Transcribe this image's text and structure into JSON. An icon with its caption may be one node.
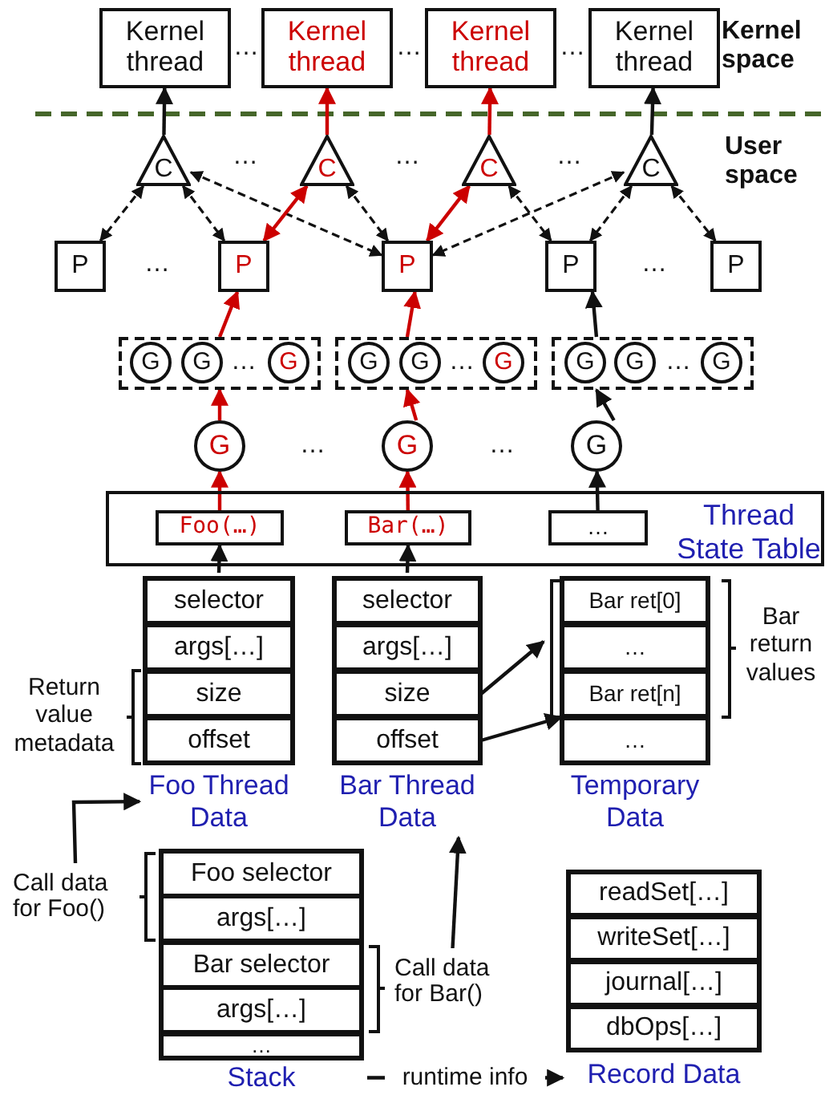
{
  "diagram": {
    "nodes": [
      {
        "text": [
          "Kernel thread"
        ]
      },
      {
        "text": [
          "Kernel thread"
        ]
      },
      {
        "text": [
          "Kernel thread"
        ]
      },
      {
        "text": [
          "Kernel thread"
        ]
      },
      {
        "text": [
          "C"
        ]
      },
      {
        "text": [
          "C"
        ]
      },
      {
        "text": [
          "C"
        ]
      },
      {
        "text": [
          "C"
        ]
      },
      {
        "text": [
          "P"
        ]
      },
      {
        "text": [
          "P"
        ]
      },
      {
        "text": [
          "P"
        ]
      },
      {
        "text": [
          "P"
        ]
      },
      {
        "text": [
          "P"
        ]
      },
      {
        "text": [],
        "shape": "box"
      },
      {
        "text": [
          "G"
        ],
        "in": 13
      },
      {
        "text": [
          "G"
        ],
        "in": 13
      },
      {
        "text": [
          "G"
        ],
        "in": 13
      },
      {
        "text": [],
        "shape": "box"
      },
      {
        "text": [
          "G"
        ],
        "in": 17
      },
      {
        "text": [
          "G"
        ],
        "in": 17
      },
      {
        "text": [
          "G"
        ],
        "in": 17
      },
      {
        "text": [],
        "shape": "box"
      },
      {
        "text": [
          "G"
        ],
        "in": 21
      },
      {
        "text": [
          "G"
        ],
        "in": 21
      },
      {
        "text": [
          "G"
        ],
        "in": 21
      },
      {
        "text": [
          "G"
        ]
      },
      {
        "text": [
          "G"
        ]
      },
      {
        "text": [
          "G"
        ]
      },
      {
        "text": [
          "Thread State Table"
        ]
      },
      {
        "text": [
          "Foo(…)"
        ],
        "in": 28
      },
      {
        "text": [
          "Bar(…)"
        ],
        "in": 28
      },
      {
        "text": [
          "…"
        ],
        "in": 28
      },
      {
        "text": [],
        "shape": "box",
        "beside": [
          "Foo Thread Data"
        ]
      },
      {
        "text": [
          "selector"
        ],
        "in": 32
      },
      {
        "text": [
          "args[…]"
        ],
        "in": 32
      },
      {
        "text": [
          "size"
        ],
        "in": 32
      },
      {
        "text": [
          "offset"
        ],
        "in": 32
      },
      {
        "text": [],
        "shape": "box",
        "beside": [
          "Bar Thread Data"
        ]
      },
      {
        "text": [
          "selector"
        ],
        "in": 37
      },
      {
        "text": [
          "args[…]"
        ],
        "in": 37
      },
      {
        "text": [
          "size"
        ],
        "in": 37
      },
      {
        "text": [
          "offset"
        ],
        "in": 37
      },
      {
        "text": [],
        "shape": "box",
        "beside": [
          "Temporary Data"
        ]
      },
      {
        "text": [
          "Bar ret[0]"
        ],
        "in": 42
      },
      {
        "text": [
          "…"
        ],
        "in": 42
      },
      {
        "text": [
          "Bar ret[n]"
        ],
        "in": 42
      },
      {
        "text": [
          "…"
        ],
        "in": 42
      },
      {
        "text": [],
        "shape": "box",
        "beside": [
          "Stack"
        ]
      },
      {
        "text": [
          "Foo selector"
        ],
        "in": 47
      },
      {
        "text": [
          "args[…]"
        ],
        "in": 47
      },
      {
        "text": [
          "Bar selector"
        ],
        "in": 47
      },
      {
        "text": [
          "args[…]"
        ],
        "in": 47
      },
      {
        "text": [
          "…"
        ],
        "in": 47
      },
      {
        "text": [],
        "shape": "box",
        "beside": [
          "Record Data"
        ]
      },
      {
        "text": [
          "readSet[…]"
        ],
        "in": 53
      },
      {
        "text": [
          "writeSet[…]"
        ],
        "in": 53
      },
      {
        "text": [
          "journal[…]"
        ],
        "in": 53
      },
      {
        "text": [
          "dbOps[…]"
        ],
        "in": 53
      },
      {
        "text": [
          "Call data for Foo()"
        ]
      },
      {
        "text": [
          "Call data for Bar()"
        ]
      }
    ],
    "edges": [
      {
        "from": 4,
        "to": 0,
        "arrow": "to"
      },
      {
        "from": 5,
        "to": 1,
        "arrow": "to",
        "color": "#cc0000"
      },
      {
        "from": 6,
        "to": 2,
        "arrow": "to",
        "color": "#cc0000"
      },
      {
        "from": 7,
        "to": 3,
        "arrow": "to"
      },
      {
        "from": 4,
        "to": 8,
        "arrow": "both",
        "style": "dashed"
      },
      {
        "from": 4,
        "to": 9,
        "arrow": "both",
        "style": "dashed"
      },
      {
        "from": 4,
        "to": 10,
        "arrow": "both",
        "style": "dashed"
      },
      {
        "from": 5,
        "to": 9,
        "arrow": "both",
        "color": "#cc0000"
      },
      {
        "from": 5,
        "to": 10,
        "arrow": "both",
        "style": "dashed"
      },
      {
        "from": 6,
        "to": 10,
        "arrow": "both",
        "color": "#cc0000"
      },
      {
        "from": 6,
        "to": 11,
        "arrow": "both",
        "style": "dashed"
      },
      {
        "from": 7,
        "to": 10,
        "arrow": "both",
        "style": "dashed"
      },
      {
        "from": 7,
        "to": 11,
        "arrow": "both",
        "style": "dashed"
      },
      {
        "from": 7,
        "to": 12,
        "arrow": "both",
        "style": "dashed"
      },
      {
        "from": 13,
        "to": 9,
        "arrow": "to",
        "color": "#cc0000"
      },
      {
        "from": 17,
        "to": 10,
        "arrow": "to",
        "color": "#cc0000"
      },
      {
        "from": 21,
        "to": 11,
        "arrow": "to"
      },
      {
        "from": 25,
        "to": 13,
        "arrow": "to",
        "color": "#cc0000"
      },
      {
        "from": 26,
        "to": 17,
        "arrow": "to",
        "color": "#cc0000"
      },
      {
        "from": 27,
        "to": 21,
        "arrow": "to"
      },
      {
        "from": 29,
        "to": 25,
        "arrow": "to",
        "color": "#cc0000"
      },
      {
        "from": 30,
        "to": 26,
        "arrow": "to",
        "color": "#cc0000"
      },
      {
        "from": 31,
        "to": 27,
        "arrow": "to"
      },
      {
        "from": 32,
        "to": 29,
        "arrow": "to"
      },
      {
        "from": 37,
        "to": 30,
        "arrow": "to"
      },
      {
        "from": 40,
        "to": 42,
        "arrow": "to"
      },
      {
        "from": 41,
        "to": 46,
        "arrow": "to"
      },
      {
        "from": 58,
        "to": 32,
        "arrow": "to"
      },
      {
        "from": 59,
        "to": 37,
        "arrow": "to"
      },
      {
        "from": 47,
        "to": 53,
        "arrow": "to",
        "label": "runtime info"
      }
    ],
    "labels": [
      "Kernel space",
      "User space",
      "…",
      "…",
      "…",
      "…",
      "…",
      "…",
      "…",
      "…",
      "…",
      "…",
      "…",
      "…",
      "…",
      "Return value metadata",
      "Bar return values"
    ]
  }
}
